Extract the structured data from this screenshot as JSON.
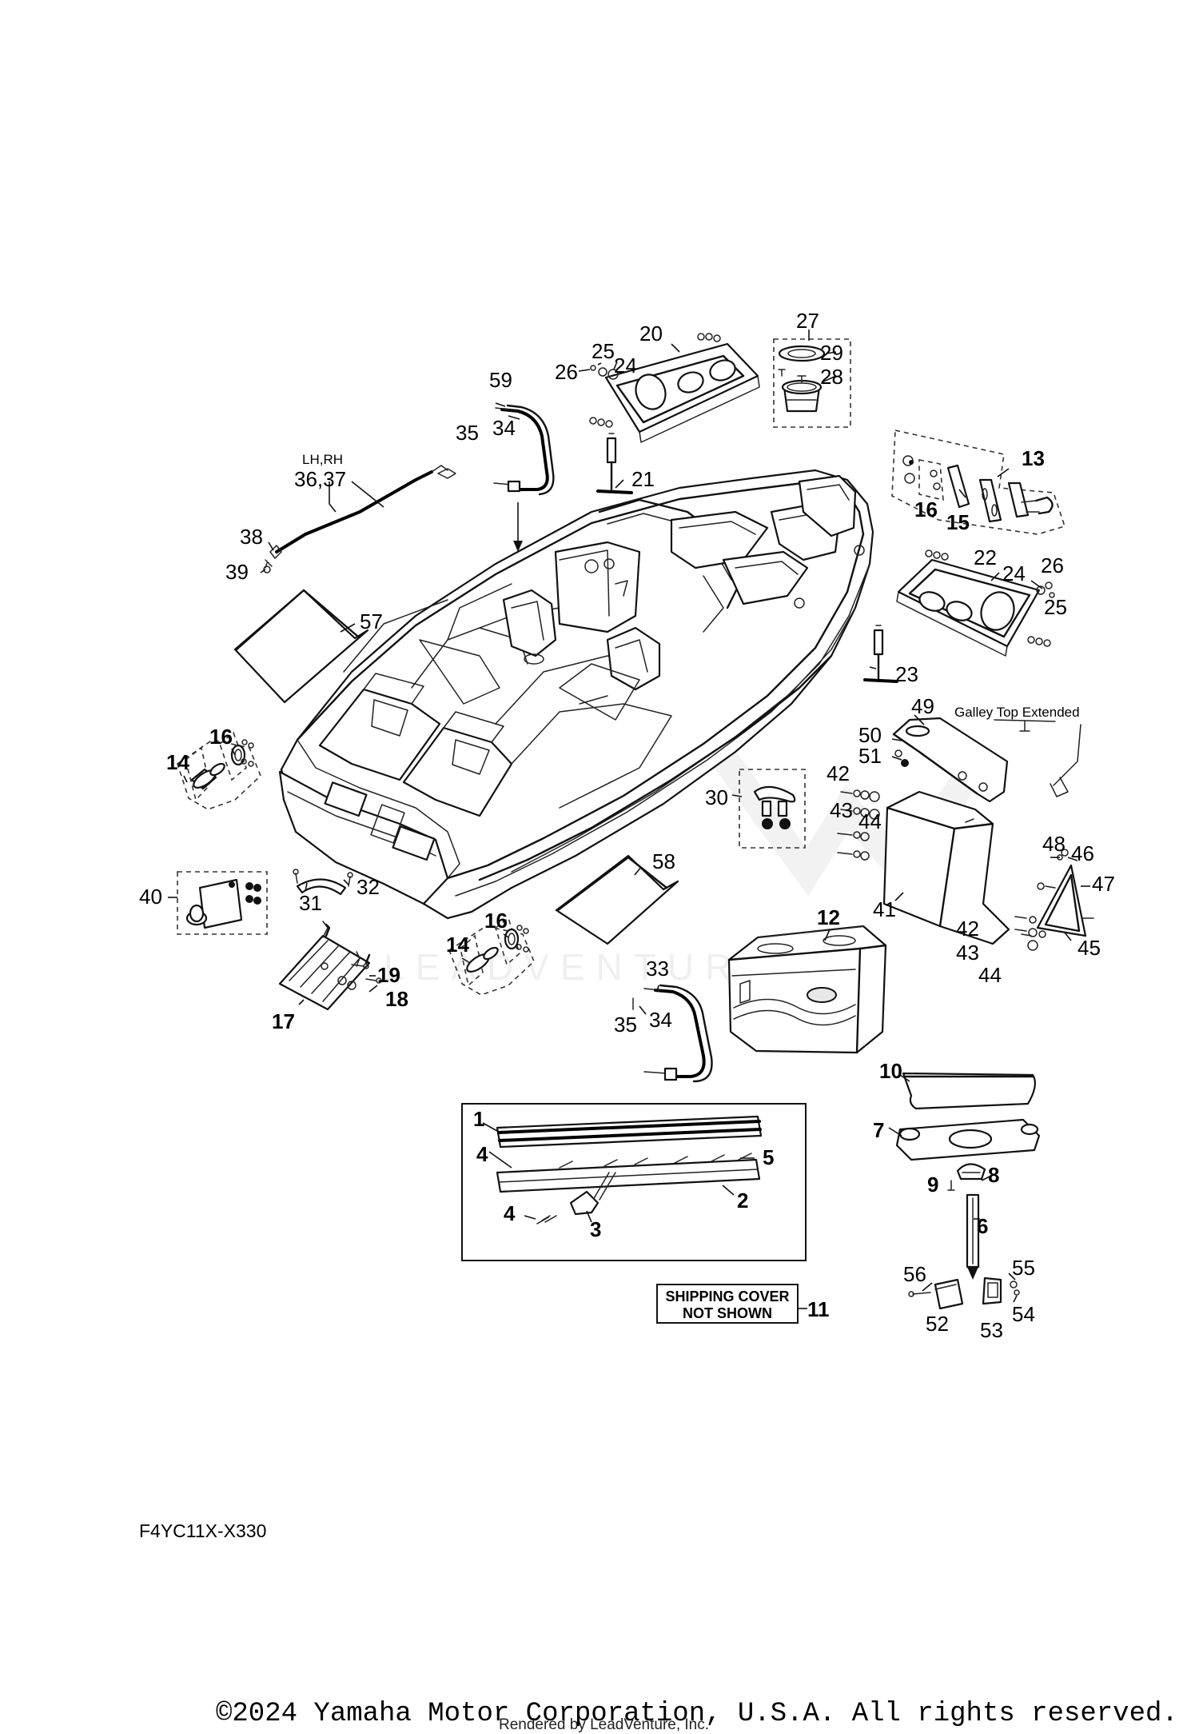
{
  "diagram": {
    "code": "F4YC11X-X330",
    "notes": {
      "lh_rh": "LH,RH",
      "galley": "Galley Top Extended",
      "shipping_line1": "SHIPPING COVER",
      "shipping_line2": "NOT SHOWN"
    },
    "watermark": "LEADVENTURE",
    "labels": [
      {
        "id": "l1",
        "text": "1",
        "bold": true
      },
      {
        "id": "l2",
        "text": "2",
        "bold": true
      },
      {
        "id": "l3",
        "text": "3",
        "bold": true
      },
      {
        "id": "l4a",
        "text": "4",
        "bold": true
      },
      {
        "id": "l4b",
        "text": "4",
        "bold": true
      },
      {
        "id": "l5",
        "text": "5",
        "bold": true
      },
      {
        "id": "l6",
        "text": "6",
        "bold": true
      },
      {
        "id": "l7",
        "text": "7",
        "bold": true
      },
      {
        "id": "l8",
        "text": "8",
        "bold": true
      },
      {
        "id": "l9",
        "text": "9",
        "bold": true
      },
      {
        "id": "l10",
        "text": "10",
        "bold": true
      },
      {
        "id": "l11",
        "text": "11",
        "bold": true
      },
      {
        "id": "l12",
        "text": "12",
        "bold": true
      },
      {
        "id": "l13",
        "text": "13",
        "bold": true
      },
      {
        "id": "l14a",
        "text": "14",
        "bold": true
      },
      {
        "id": "l14b",
        "text": "14",
        "bold": true
      },
      {
        "id": "l15",
        "text": "15",
        "bold": true
      },
      {
        "id": "l16a",
        "text": "16",
        "bold": true
      },
      {
        "id": "l16b",
        "text": "16",
        "bold": true
      },
      {
        "id": "l16c",
        "text": "16",
        "bold": true
      },
      {
        "id": "l17",
        "text": "17",
        "bold": true
      },
      {
        "id": "l18",
        "text": "18",
        "bold": true
      },
      {
        "id": "l19",
        "text": "19",
        "bold": true
      },
      {
        "id": "l20",
        "text": "20",
        "bold": false
      },
      {
        "id": "l21",
        "text": "21",
        "bold": false
      },
      {
        "id": "l22",
        "text": "22",
        "bold": false
      },
      {
        "id": "l23",
        "text": "23",
        "bold": false
      },
      {
        "id": "l24a",
        "text": "24",
        "bold": false
      },
      {
        "id": "l24b",
        "text": "24",
        "bold": false
      },
      {
        "id": "l25a",
        "text": "25",
        "bold": false
      },
      {
        "id": "l25b",
        "text": "25",
        "bold": false
      },
      {
        "id": "l26a",
        "text": "26",
        "bold": false
      },
      {
        "id": "l26b",
        "text": "26",
        "bold": false
      },
      {
        "id": "l27",
        "text": "27",
        "bold": false
      },
      {
        "id": "l28",
        "text": "28",
        "bold": false
      },
      {
        "id": "l29",
        "text": "29",
        "bold": false
      },
      {
        "id": "l30",
        "text": "30",
        "bold": false
      },
      {
        "id": "l31",
        "text": "31",
        "bold": false
      },
      {
        "id": "l32",
        "text": "32",
        "bold": false
      },
      {
        "id": "l33",
        "text": "33",
        "bold": false
      },
      {
        "id": "l34a",
        "text": "34",
        "bold": false
      },
      {
        "id": "l34b",
        "text": "34",
        "bold": false
      },
      {
        "id": "l35a",
        "text": "35",
        "bold": false
      },
      {
        "id": "l35b",
        "text": "35",
        "bold": false
      },
      {
        "id": "l3637",
        "text": "36,37",
        "bold": false
      },
      {
        "id": "l38",
        "text": "38",
        "bold": false
      },
      {
        "id": "l39",
        "text": "39",
        "bold": false
      },
      {
        "id": "l40",
        "text": "40",
        "bold": false
      },
      {
        "id": "l41",
        "text": "41",
        "bold": false
      },
      {
        "id": "l42a",
        "text": "42",
        "bold": false
      },
      {
        "id": "l42b",
        "text": "42",
        "bold": false
      },
      {
        "id": "l43a",
        "text": "43",
        "bold": false
      },
      {
        "id": "l43b",
        "text": "43",
        "bold": false
      },
      {
        "id": "l44a",
        "text": "44",
        "bold": false
      },
      {
        "id": "l44b",
        "text": "44",
        "bold": false
      },
      {
        "id": "l45",
        "text": "45",
        "bold": false
      },
      {
        "id": "l46",
        "text": "46",
        "bold": false
      },
      {
        "id": "l47",
        "text": "47",
        "bold": false
      },
      {
        "id": "l48",
        "text": "48",
        "bold": false
      },
      {
        "id": "l49",
        "text": "49",
        "bold": false
      },
      {
        "id": "l50",
        "text": "50",
        "bold": false
      },
      {
        "id": "l51",
        "text": "51",
        "bold": false
      },
      {
        "id": "l52",
        "text": "52",
        "bold": false
      },
      {
        "id": "l53",
        "text": "53",
        "bold": false
      },
      {
        "id": "l54",
        "text": "54",
        "bold": false
      },
      {
        "id": "l55",
        "text": "55",
        "bold": false
      },
      {
        "id": "l56",
        "text": "56",
        "bold": false
      },
      {
        "id": "l57",
        "text": "57",
        "bold": false
      },
      {
        "id": "l58",
        "text": "58",
        "bold": false
      },
      {
        "id": "l59",
        "text": "59",
        "bold": false
      }
    ]
  },
  "footer": {
    "copyright": "©2024 Yamaha Motor Corporation, U.S.A. All rights reserved.",
    "rendered_by": "Rendered by LeadVenture, Inc."
  }
}
